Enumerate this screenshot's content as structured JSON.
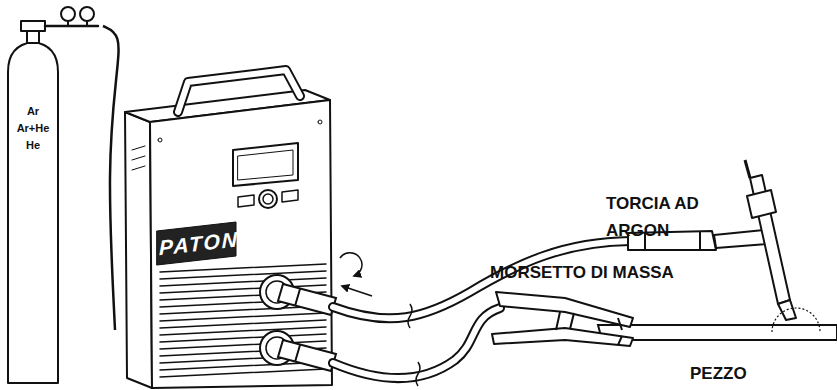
{
  "diagram": {
    "nodes": [
      {
        "text": [
          "Ar",
          "Ar+He",
          "He"
        ]
      },
      {
        "text": [
          "PATON"
        ]
      }
    ],
    "edges": [
      {
        "from": 0,
        "to": 1,
        "arrow": "none"
      }
    ],
    "labels": [
      "TORCIA AD ARGON",
      "MORSETTO DI MASSA",
      "PEZZO"
    ]
  }
}
